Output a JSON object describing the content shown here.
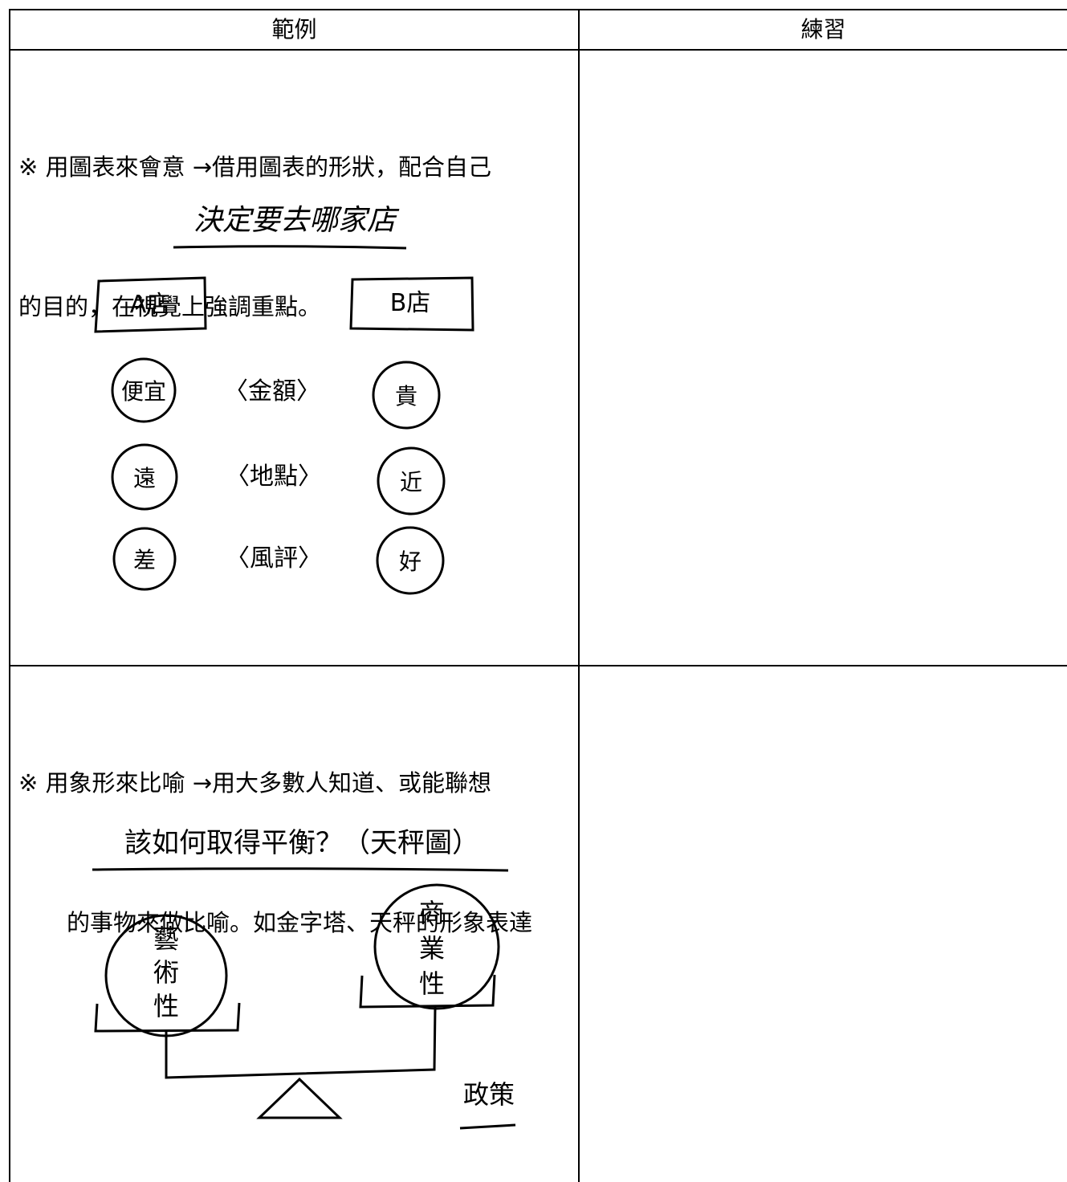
{
  "table": {
    "headers": {
      "example": "範例",
      "practice": "練習"
    },
    "row1": {
      "line1": "※ 用圖表來會意 →借用圖表的形狀，配合自己",
      "line2": "的目的，在視覺上強調重點。",
      "figure": {
        "title": "決定要去哪家店",
        "store_a": "A店",
        "store_b": "B店",
        "rows": [
          {
            "left": "便宜",
            "criterion": "〈金額〉",
            "right": "貴"
          },
          {
            "left": "遠",
            "criterion": "〈地點〉",
            "right": "近"
          },
          {
            "left": "差",
            "criterion": "〈風評〉",
            "right": "好"
          }
        ]
      }
    },
    "row2": {
      "line1": "※ 用象形來比喻 →用大多數人知道、或能聯想",
      "line2": "的事物來做比喻。如金字塔、天秤的形象表達",
      "figure": {
        "title": "該如何取得平衡？（天秤圖）",
        "left_pan": [
          "藝",
          "術",
          "性"
        ],
        "right_pan": [
          "商",
          "業",
          "性"
        ],
        "partial_label": "政策"
      }
    }
  }
}
